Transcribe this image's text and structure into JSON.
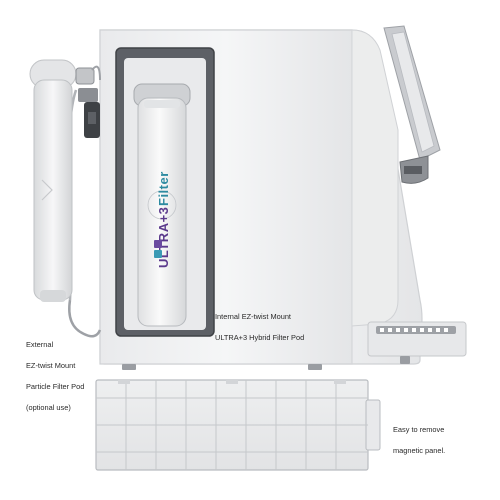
{
  "filter_brand": "ULTRA+3",
  "filter_word": "Filter",
  "labels": {
    "internal": [
      "Internal EZ-twist Mount",
      "ULTRA+3 Hybrid Filter Pod"
    ],
    "external": [
      "External",
      "EZ-twist Mount",
      "Particle Filter Pod",
      "(optional use)"
    ],
    "panel": [
      "Easy to remove",
      "magnetic panel."
    ]
  },
  "colors": {
    "body": "#f1f2f3",
    "body_shadow": "#d9dbdd",
    "dark": "#4a4d52",
    "accent_purple": "#5b3a8c",
    "accent_teal": "#2c8aa0"
  }
}
